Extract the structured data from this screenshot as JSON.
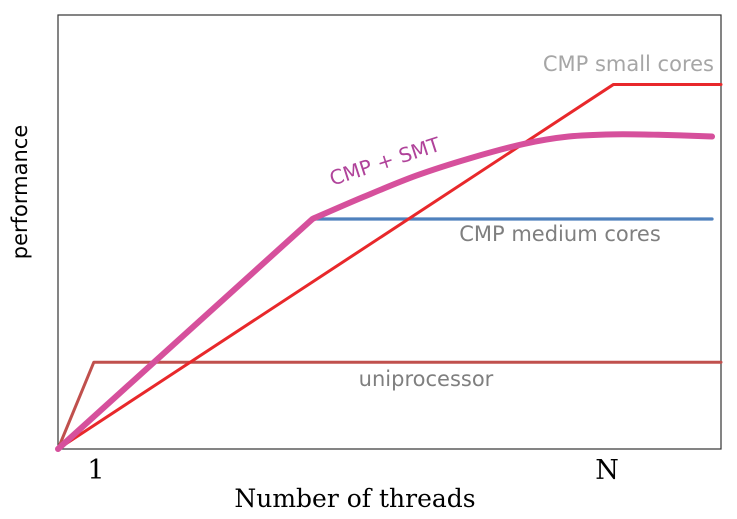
{
  "chart_data": {
    "type": "line",
    "xlabel": "Number of threads",
    "ylabel": "performance",
    "xticks": [
      {
        "label": "1",
        "x": 1
      },
      {
        "label": "N",
        "x": 32
      }
    ],
    "xlim": [
      -1,
      36
    ],
    "ylim": [
      0,
      100
    ],
    "grid": false,
    "legend": "none",
    "series": [
      {
        "name": "uniprocessor",
        "color": "#c0504d",
        "x": [
          -1,
          1,
          36
        ],
        "y": [
          0,
          20,
          20
        ]
      },
      {
        "name": "CMP small cores",
        "color": "#e8282b",
        "x": [
          -1,
          30,
          36
        ],
        "y": [
          0,
          84,
          84
        ]
      },
      {
        "name": "CMP medium cores",
        "color": "#4f81bd",
        "x": [
          -1,
          13.2,
          35.5
        ],
        "y": [
          0,
          53,
          53
        ]
      },
      {
        "name": "CMP + SMT",
        "color": "#d6509c",
        "x": [
          -1,
          13.2,
          16,
          19,
          22,
          25,
          27.5,
          30,
          32.5,
          35.5
        ],
        "y": [
          0,
          53,
          58,
          63,
          67,
          70.3,
          72,
          72.5,
          72.4,
          72
        ]
      }
    ],
    "annotations": [
      {
        "text": "CMP small cores",
        "color": "#a6a6a6"
      },
      {
        "text": "CMP + SMT",
        "color": "#b0439a"
      },
      {
        "text": "CMP medium cores",
        "color": "#7f7f7f"
      },
      {
        "text": "uniprocessor",
        "color": "#7f7f7f"
      }
    ]
  }
}
